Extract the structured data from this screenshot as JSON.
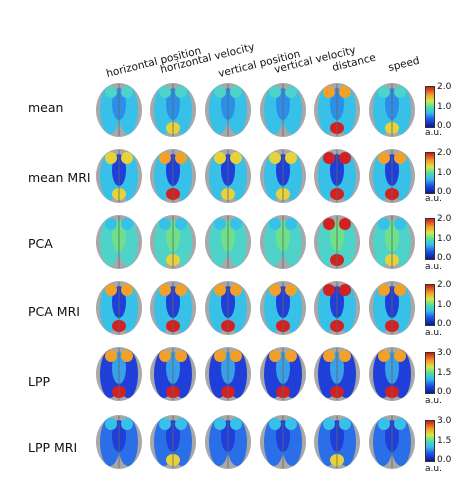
{
  "columns": [
    "horizontal position",
    "horizontal velocity",
    "vertical position",
    "vertical velocity",
    "distance",
    "speed"
  ],
  "rows": [
    {
      "label": "mean",
      "scale": [
        "2.0",
        "1.0",
        "0.0"
      ],
      "unit": "a.u."
    },
    {
      "label": "mean MRI",
      "scale": [
        "2.0",
        "1.0",
        "0.0"
      ],
      "unit": "a.u."
    },
    {
      "label": "PCA",
      "scale": [
        "2.0",
        "1.0",
        "0.0"
      ],
      "unit": "a.u."
    },
    {
      "label": "PCA MRI",
      "scale": [
        "2.0",
        "1.0",
        "0.0"
      ],
      "unit": "a.u."
    },
    {
      "label": "LPP",
      "scale": [
        "3.0",
        "1.5",
        "0.0"
      ],
      "unit": "a.u."
    },
    {
      "label": "LPP MRI",
      "scale": [
        "3.0",
        "1.5",
        "0.0"
      ],
      "unit": "a.u."
    }
  ],
  "colors": {
    "brain_gray": "#a8a8a8",
    "low": "#1f3fd8",
    "mid": "#37c0e8",
    "green": "#5fe07a",
    "high": "#d42020"
  }
}
